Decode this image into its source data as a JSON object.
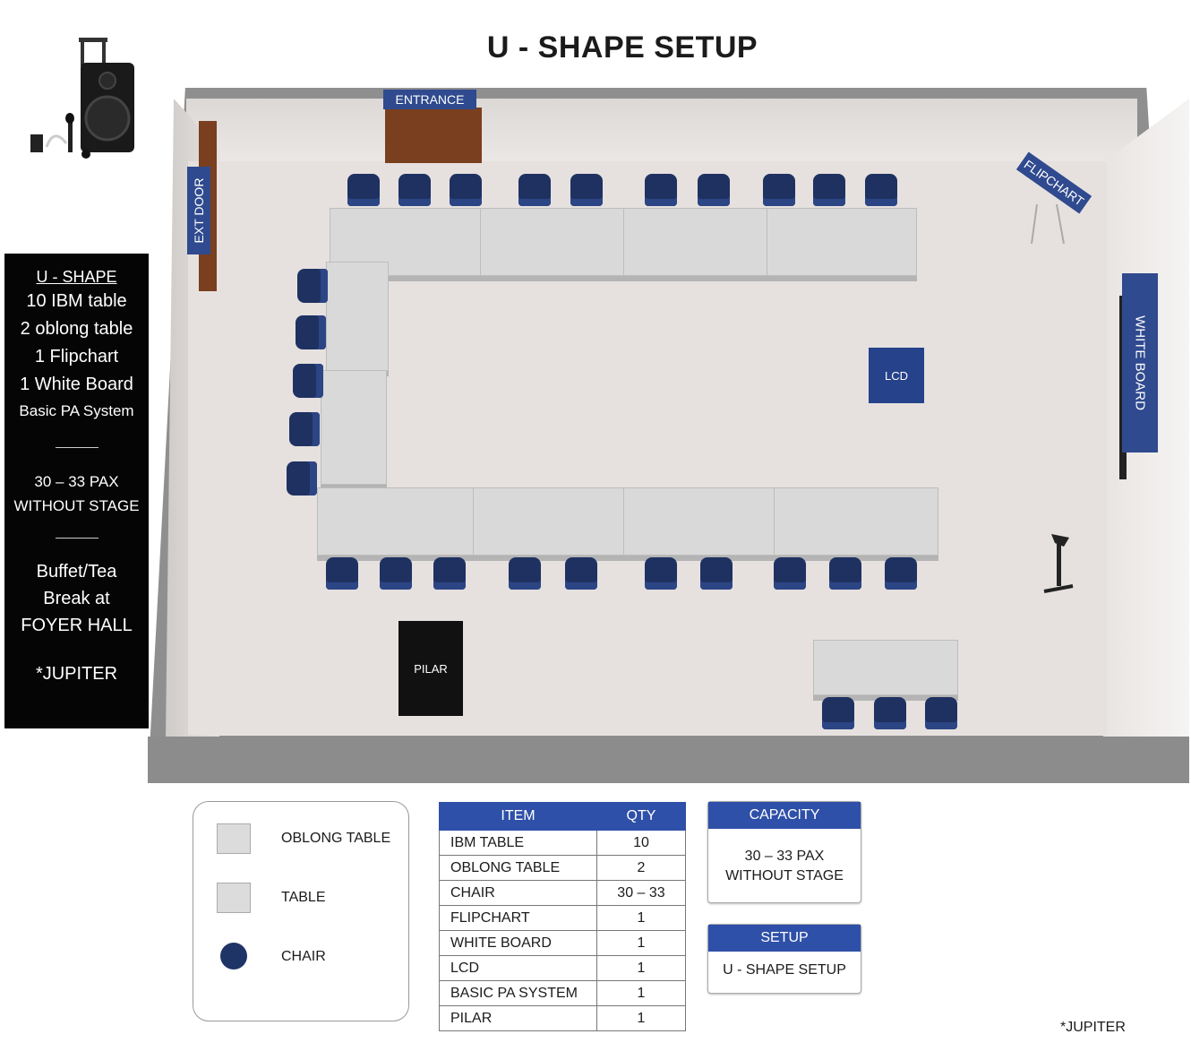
{
  "title": "U - SHAPE SETUP",
  "room_labels": {
    "entrance": "ENTRANCE",
    "ext_door": "EXT DOOR",
    "flipchart": "FLIPCHART",
    "white_board": "WHITE BOARD",
    "lcd": "LCD",
    "pilar": "PILAR"
  },
  "info_panel": {
    "heading": "U - SHAPE",
    "items": [
      "10 IBM table",
      "2 oblong table",
      "1 Flipchart",
      "1 White Board",
      "Basic PA System"
    ],
    "capacity_line1": "30 – 33 PAX",
    "capacity_line2": "WITHOUT STAGE",
    "buffet_line1": "Buffet/Tea",
    "buffet_line2": "Break at",
    "buffet_line3": "FOYER HALL",
    "venue": "*JUPITER"
  },
  "legend": {
    "items": [
      {
        "icon": "square",
        "label": "OBLONG TABLE"
      },
      {
        "icon": "square",
        "label": "TABLE"
      },
      {
        "icon": "circle",
        "label": "CHAIR"
      }
    ]
  },
  "inventory": {
    "headers": [
      "ITEM",
      "QTY"
    ],
    "rows": [
      [
        "IBM TABLE",
        "10"
      ],
      [
        "OBLONG TABLE",
        "2"
      ],
      [
        "CHAIR",
        "30 – 33"
      ],
      [
        "FLIPCHART",
        "1"
      ],
      [
        "WHITE BOARD",
        "1"
      ],
      [
        "LCD",
        "1"
      ],
      [
        "BASIC PA SYSTEM",
        "1"
      ],
      [
        "PILAR",
        "1"
      ]
    ]
  },
  "capacity_card": {
    "header": "CAPACITY",
    "line1": "30 – 33 PAX",
    "line2": "WITHOUT STAGE"
  },
  "setup_card": {
    "header": "SETUP",
    "value": "U - SHAPE SETUP"
  },
  "footer_venue": "*JUPITER",
  "colors": {
    "accent_blue": "#2f50a8",
    "chair_navy": "#1f3160",
    "panel_black": "#050505"
  }
}
